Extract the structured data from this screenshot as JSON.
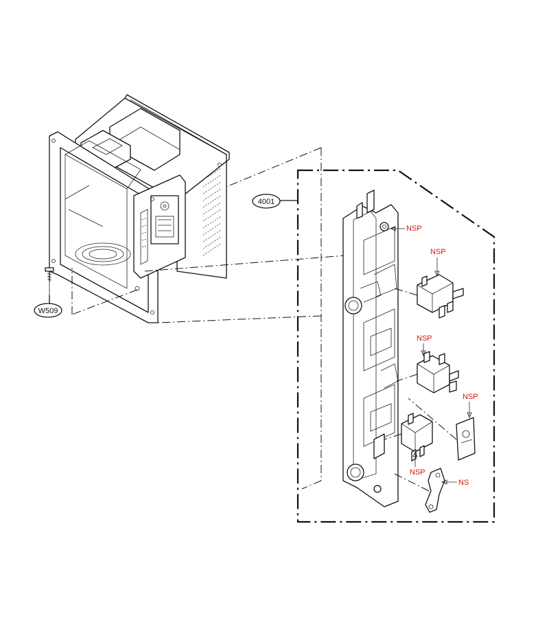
{
  "callouts": {
    "assembly": "4001",
    "screw": "W509"
  },
  "part_labels": {
    "nsp_top": "NSP",
    "nsp_switch1": "NSP",
    "nsp_switch2": "NSP",
    "nsp_lever": "NSP",
    "nsp_switch3": "NSP",
    "ns_hook": "NS"
  },
  "colors": {
    "label_red": "#d41414",
    "line": "#111111"
  }
}
